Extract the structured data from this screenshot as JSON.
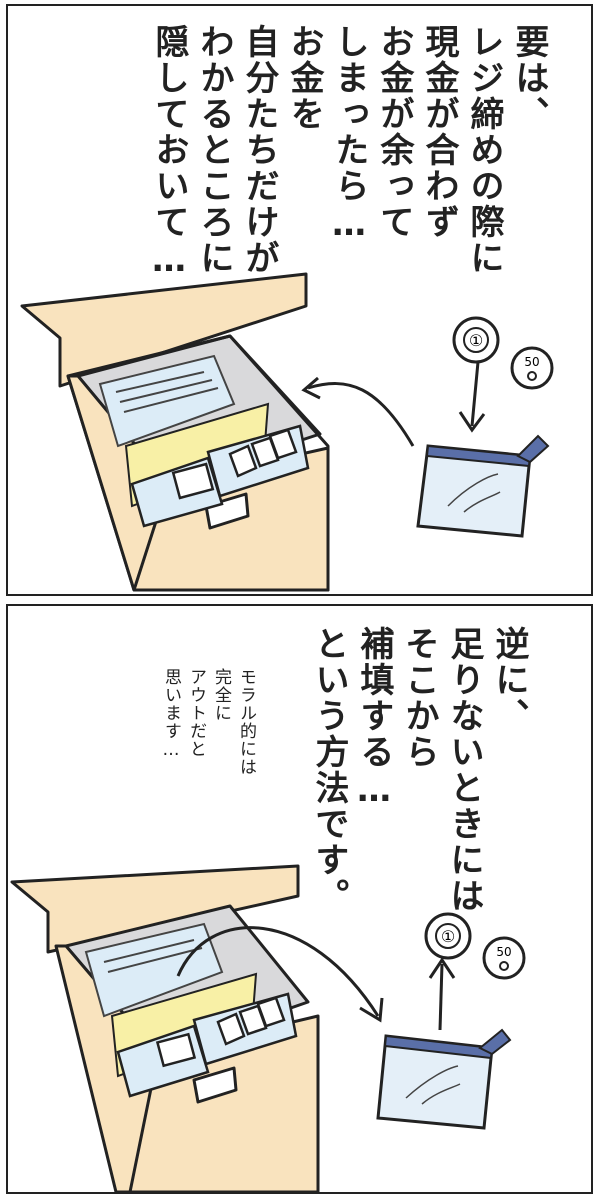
{
  "panel1": {
    "caption_columns": [
      "要は、",
      "レジ締めの際に",
      "現金が合わず",
      "お金が余って",
      "しまったら…",
      "お金を",
      "自分たちだけが",
      "わかるところに",
      "隠しておいて…"
    ],
    "coins": [
      "①",
      "50"
    ]
  },
  "panel2": {
    "caption_columns": [
      "逆に、",
      "足りないときには",
      "そこから",
      "補填する…",
      "という方法です。"
    ],
    "aside_columns": [
      "モラル的には",
      "完全に",
      "アウトだと",
      "思います…"
    ],
    "coins": [
      "①",
      "50"
    ]
  },
  "colors": {
    "box": "#f9e3be",
    "box_inner": "#d9d9db",
    "folder": "#f8f0a6",
    "tray": "#dcecf7",
    "pouch": "#e4eff8",
    "zipper": "#5a6fa8",
    "outline": "#222222"
  }
}
